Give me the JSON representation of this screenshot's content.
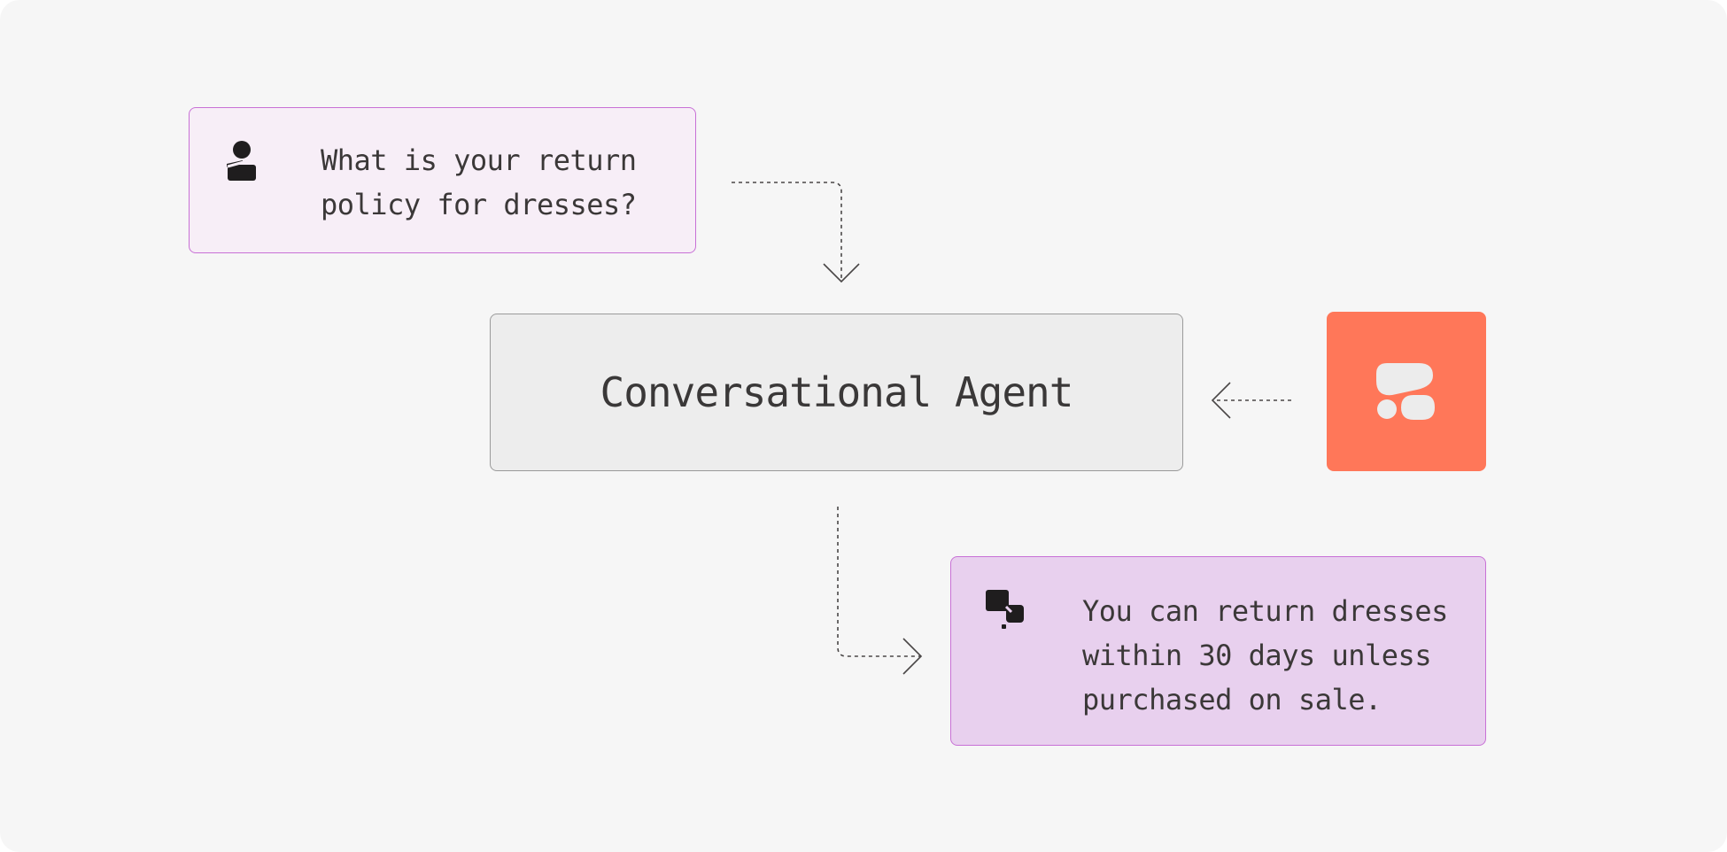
{
  "user_message": {
    "text": "What is your return\npolicy for dresses?",
    "icon": "user-icon"
  },
  "agent": {
    "label": "Conversational Agent"
  },
  "brand": {
    "icon": "brand-logo-icon",
    "color": "#ff7759"
  },
  "reply_message": {
    "text": "You can return dresses\nwithin 30 days unless\npurchased on sale.",
    "icon": "chat-bubbles-icon"
  },
  "colors": {
    "user_card_bg": "#f7eef7",
    "reply_card_bg": "#e8d0ee",
    "card_border": "#c871d6",
    "agent_bg": "#ededed",
    "canvas_bg": "#f6f6f6"
  }
}
